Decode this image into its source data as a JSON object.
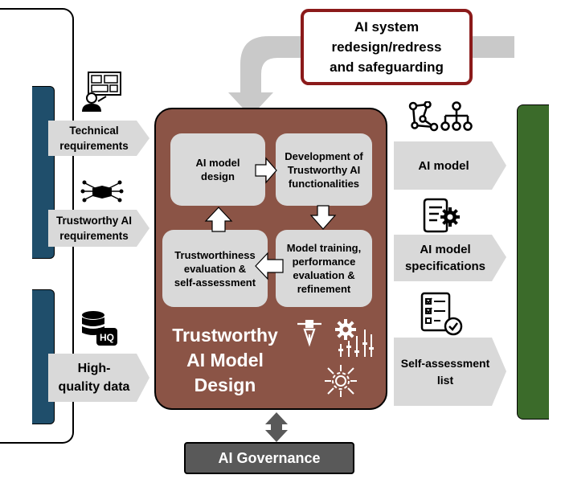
{
  "redesign_box": {
    "label": "AI system\nredesign/redress\nand safeguarding"
  },
  "inputs": [
    {
      "label": "Technical\nrequirements",
      "icon": "engineer-blueprint-icon"
    },
    {
      "label": "Trustworthy AI\nrequirements",
      "icon": "ai-handshake-icon"
    },
    {
      "label": "High-\nquality data",
      "icon": "hq-database-icon"
    }
  ],
  "central": {
    "title": "Trustworthy\nAI Model\nDesign",
    "steps": [
      {
        "label": "AI model\ndesign"
      },
      {
        "label": "Development of\nTrustworthy AI\nfunctionalities"
      },
      {
        "label": "Model training,\nperformance\nevaluation &\nrefinement"
      },
      {
        "label": "Trustworthiness\nevaluation &\nself-assessment"
      }
    ],
    "icons": [
      "pen-tool-icon",
      "gear-sliders-icon",
      "network-gear-icon"
    ]
  },
  "outputs": [
    {
      "label": "AI model",
      "icon": "graph-hierarchy-icon"
    },
    {
      "label": "AI model\nspecifications",
      "icon": "document-gear-icon"
    },
    {
      "label": "Self-assessment\nlist",
      "icon": "checklist-badge-icon"
    }
  ],
  "governance": {
    "label": "AI Governance"
  },
  "colors": {
    "central_fill": "#8b5446",
    "inner_box": "#d9d9d9",
    "redesign_border": "#8b1a1a",
    "arrow_gray": "#d9d9d9",
    "left_panel": "#1f4e6b",
    "right_panel": "#3b6b2a",
    "governance_fill": "#595959"
  }
}
